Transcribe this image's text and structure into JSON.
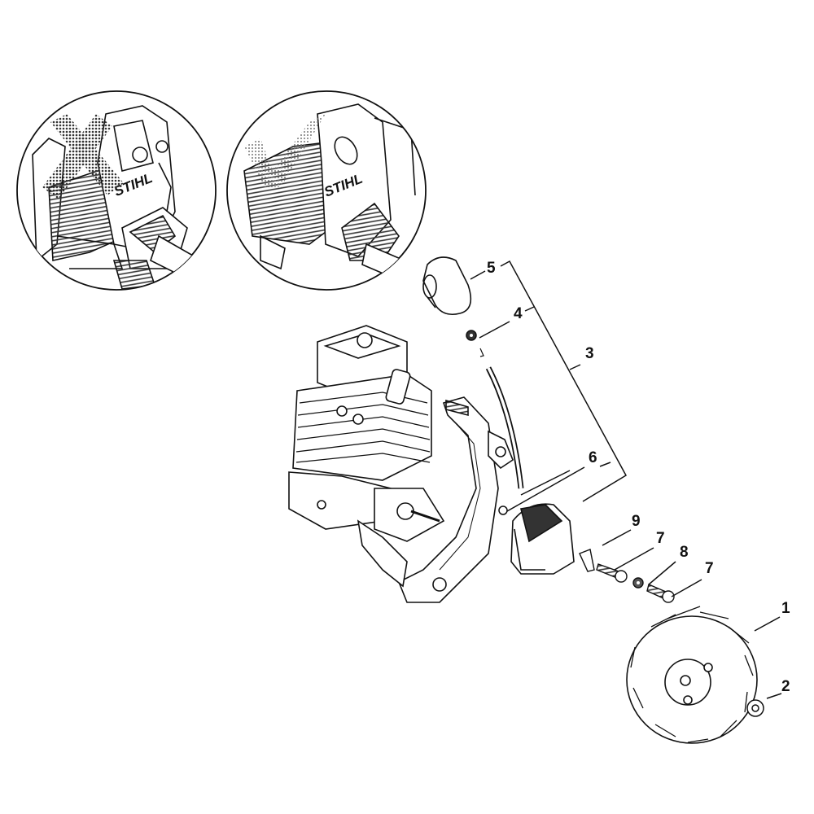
{
  "diagram": {
    "type": "exploded parts diagram",
    "subject": "Engine ignition / flywheel assembly (STIHL trimmer)",
    "insets": [
      {
        "id": "inset-wrong",
        "brand_label": "STIHL",
        "marker": "cross",
        "meaning": "incorrect"
      },
      {
        "id": "inset-correct",
        "brand_label": "STIHL",
        "marker": "check",
        "meaning": "correct"
      }
    ],
    "callouts": [
      {
        "number": "1",
        "part": "flywheel"
      },
      {
        "number": "2",
        "part": "nut"
      },
      {
        "number": "3",
        "part": "ignition module kit (bracket)"
      },
      {
        "number": "4",
        "part": "spring"
      },
      {
        "number": "5",
        "part": "spark plug boot"
      },
      {
        "number": "6",
        "part": "grommet"
      },
      {
        "number": "7",
        "part": "screw"
      },
      {
        "number": "7",
        "part": "screw"
      },
      {
        "number": "8",
        "part": "washer"
      },
      {
        "number": "9",
        "part": "contact spring / terminal"
      }
    ],
    "colors": {
      "line": "#111111",
      "background": "#ffffff",
      "halftone": "#444444"
    }
  }
}
